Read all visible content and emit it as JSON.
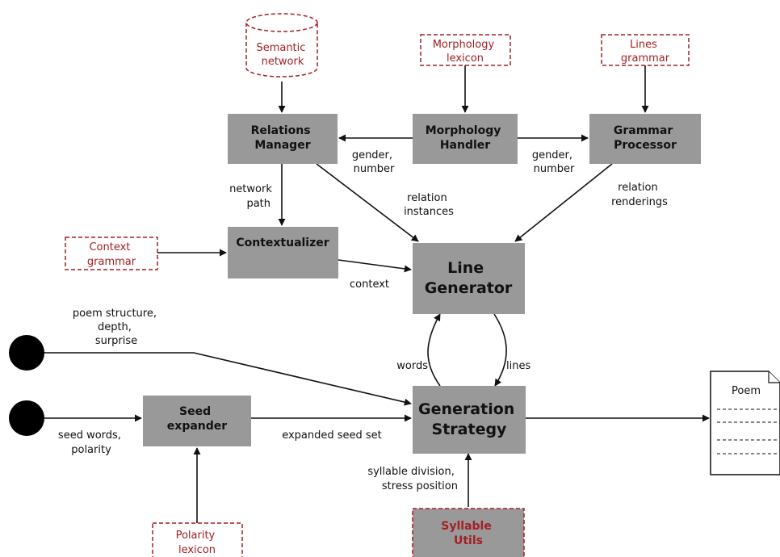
{
  "components": {
    "relations_manager": [
      "Relations",
      "Manager"
    ],
    "morphology_handler": [
      "Morphology",
      "Handler"
    ],
    "grammar_processor": [
      "Grammar",
      "Processor"
    ],
    "contextualizer": [
      "Contextualizer"
    ],
    "line_generator": [
      "Line",
      "Generator"
    ],
    "generation_strategy": [
      "Generation",
      "Strategy"
    ],
    "seed_expander": [
      "Seed",
      "expander"
    ],
    "syllable_utils": [
      "Syllable",
      "Utils"
    ]
  },
  "resources": {
    "semantic_network": [
      "Semantic",
      "network"
    ],
    "morphology_lexicon": [
      "Morphology",
      "lexicon"
    ],
    "lines_grammar": [
      "Lines",
      "grammar"
    ],
    "context_grammar": [
      "Context",
      "grammar"
    ],
    "polarity_lexicon": [
      "Polarity",
      "lexicon"
    ]
  },
  "output": {
    "poem": "Poem"
  },
  "edge_labels": {
    "gender_number_left": [
      "gender,",
      "number"
    ],
    "gender_number_right": [
      "gender,",
      "number"
    ],
    "network_path": [
      "network",
      "path"
    ],
    "relation_instances": [
      "relation",
      "instances"
    ],
    "relation_renderings": [
      "relation",
      "renderings"
    ],
    "context": [
      "context"
    ],
    "poem_structure": [
      "poem structure,",
      "depth,",
      "surprise"
    ],
    "words": [
      "words"
    ],
    "lines": [
      "lines"
    ],
    "seed_words": [
      "seed words,",
      "polarity"
    ],
    "expanded_seed_set": [
      "expanded seed set"
    ],
    "syllable_division": [
      "syllable division,",
      "stress position"
    ]
  },
  "colors": {
    "component_fill": "#999999",
    "resource_border": "#a31f24",
    "resource_text": "#a31f24",
    "input_node": "#000000"
  }
}
